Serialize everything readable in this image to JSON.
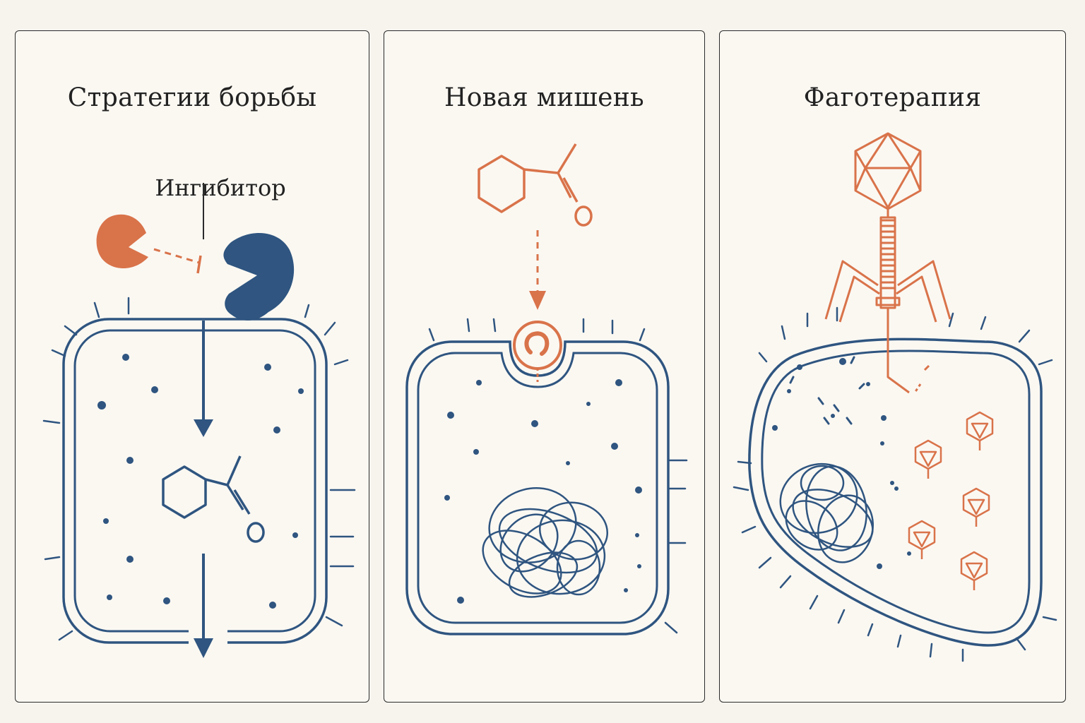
{
  "panels": [
    {
      "title": "Стратегии борьбы",
      "label": "Ингибитор"
    },
    {
      "title": "Новая мишень"
    },
    {
      "title": "Фаготерапия"
    }
  ],
  "colors": {
    "navy": "#2f5580",
    "orange": "#d9734a",
    "background": "#fbf8f2",
    "border": "#2b2b2b"
  }
}
